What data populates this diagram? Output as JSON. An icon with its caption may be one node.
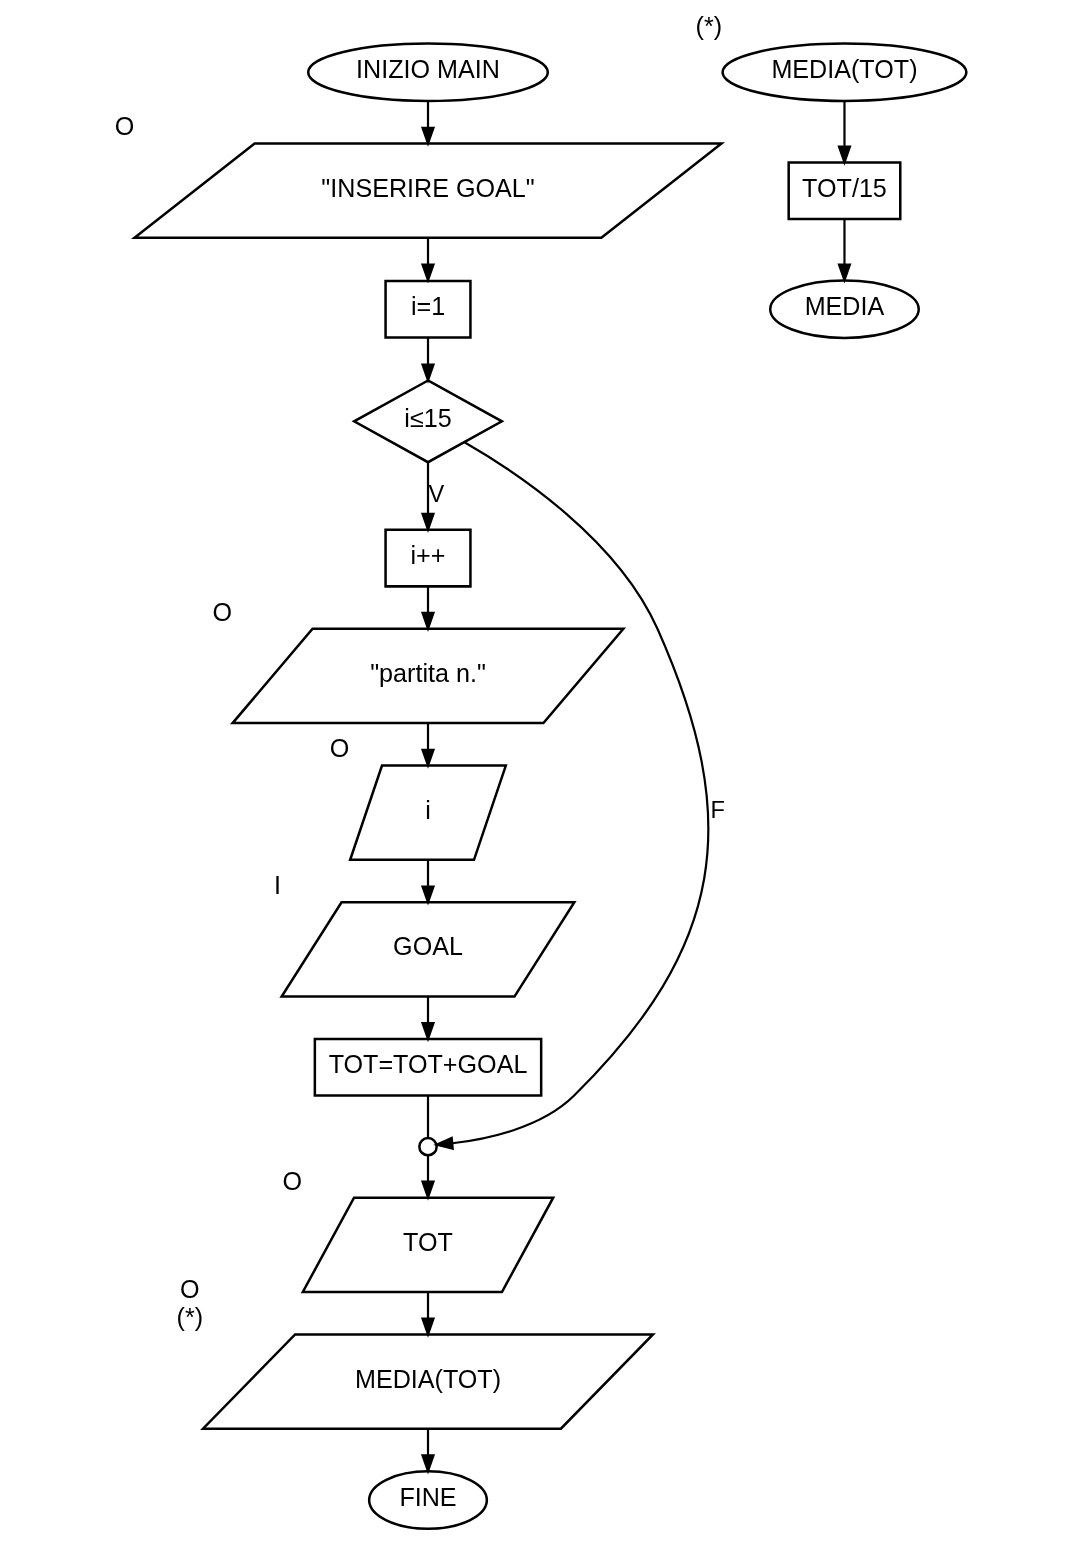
{
  "diagram": {
    "nodes": [
      {
        "text": [
          "INIZIO MAIN"
        ]
      },
      {
        "text": [
          "\"INSERIRE GOAL\""
        ],
        "beside": [
          "O"
        ]
      },
      {
        "text": [
          "i=1"
        ]
      },
      {
        "text": [
          "i≤15"
        ]
      },
      {
        "text": [
          "i++"
        ]
      },
      {
        "text": [
          "\"partita n.\""
        ],
        "beside": [
          "O"
        ]
      },
      {
        "text": [
          "i"
        ],
        "beside": [
          "O"
        ]
      },
      {
        "text": [
          "GOAL"
        ],
        "beside": [
          "I"
        ]
      },
      {
        "text": [
          "TOT=TOT+GOAL"
        ]
      },
      {
        "text": [],
        "shape": "circle"
      },
      {
        "text": [
          "TOT"
        ],
        "beside": [
          "O"
        ]
      },
      {
        "text": [
          "MEDIA(TOT)"
        ],
        "beside": [
          "O",
          "(*)"
        ]
      },
      {
        "text": [
          "FINE"
        ]
      },
      {
        "text": [
          "MEDIA(TOT)"
        ],
        "beside": [
          "(*)"
        ]
      },
      {
        "text": [
          "TOT/15"
        ]
      },
      {
        "text": [
          "MEDIA"
        ]
      }
    ],
    "edges": [
      {
        "from": 0,
        "to": 1,
        "arrow": "to"
      },
      {
        "from": 1,
        "to": 2,
        "arrow": "to"
      },
      {
        "from": 2,
        "to": 3,
        "arrow": "to"
      },
      {
        "from": 3,
        "to": 4,
        "arrow": "to",
        "label": "V"
      },
      {
        "from": 3,
        "to": 9,
        "arrow": "to",
        "label": "F"
      },
      {
        "from": 4,
        "to": 5,
        "arrow": "to"
      },
      {
        "from": 5,
        "to": 6,
        "arrow": "to"
      },
      {
        "from": 6,
        "to": 7,
        "arrow": "to"
      },
      {
        "from": 7,
        "to": 8,
        "arrow": "to"
      },
      {
        "from": 8,
        "to": 9,
        "arrow": "none"
      },
      {
        "from": 9,
        "to": 10,
        "arrow": "to"
      },
      {
        "from": 10,
        "to": 11,
        "arrow": "to"
      },
      {
        "from": 11,
        "to": 12,
        "arrow": "to"
      },
      {
        "from": 13,
        "to": 14,
        "arrow": "to"
      },
      {
        "from": 14,
        "to": 15,
        "arrow": "to"
      }
    ]
  }
}
